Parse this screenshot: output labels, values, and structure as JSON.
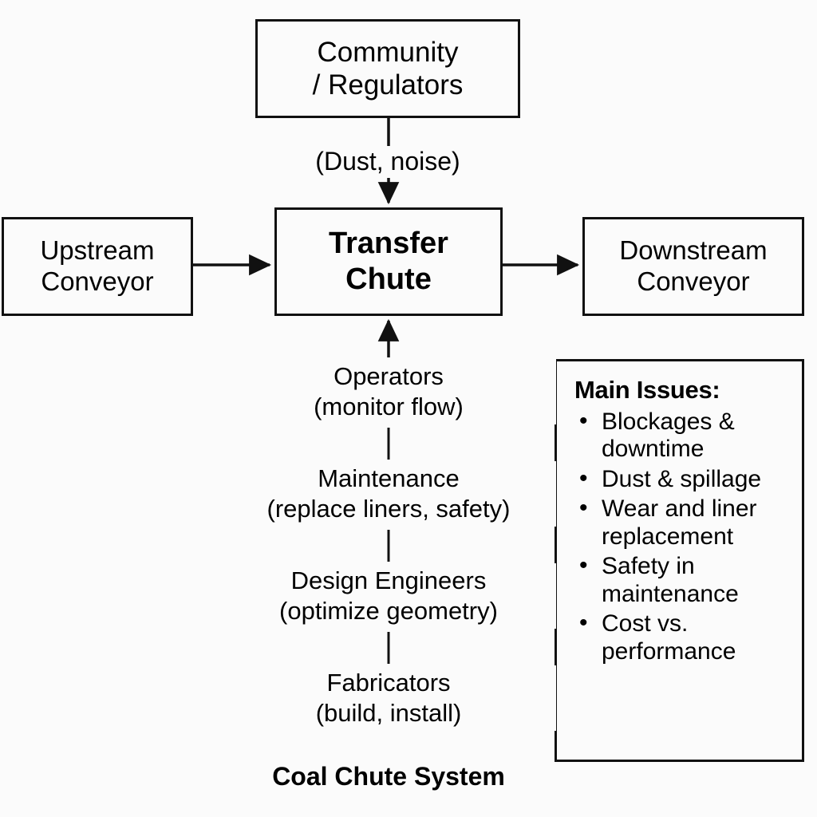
{
  "diagram": {
    "caption": "Coal Chute System",
    "background_color": "#fbfbfb",
    "line_color": "#111111"
  },
  "nodes": {
    "community": {
      "label": "Community\n/ Regulators"
    },
    "upstream": {
      "label": "Upstream\nConveyor"
    },
    "chute": {
      "label": "Transfer\nChute"
    },
    "downstream": {
      "label": "Downstream\nConveyor"
    }
  },
  "edges": {
    "community_to_chute_label": "(Dust, noise)"
  },
  "stakeholders": [
    {
      "name": "Operators",
      "role": "(monitor flow)",
      "text": "Operators\n(monitor flow)"
    },
    {
      "name": "Maintenance",
      "role": "(replace liners, safety)",
      "text": "Maintenance\n(replace liners, safety)"
    },
    {
      "name": "Design Engineers",
      "role": "(optimize geometry)",
      "text": "Design Engineers\n(optimize geometry)"
    },
    {
      "name": "Fabricators",
      "role": "(build, install)",
      "text": "Fabricators\n(build, install)"
    }
  ],
  "issues_panel": {
    "title": "Main Issues:",
    "bullet": "•",
    "items": [
      "Blockages & downtime",
      "Dust & spillage",
      "Wear and liner replacement",
      "Safety in maintenance",
      "Cost vs. performance"
    ]
  }
}
